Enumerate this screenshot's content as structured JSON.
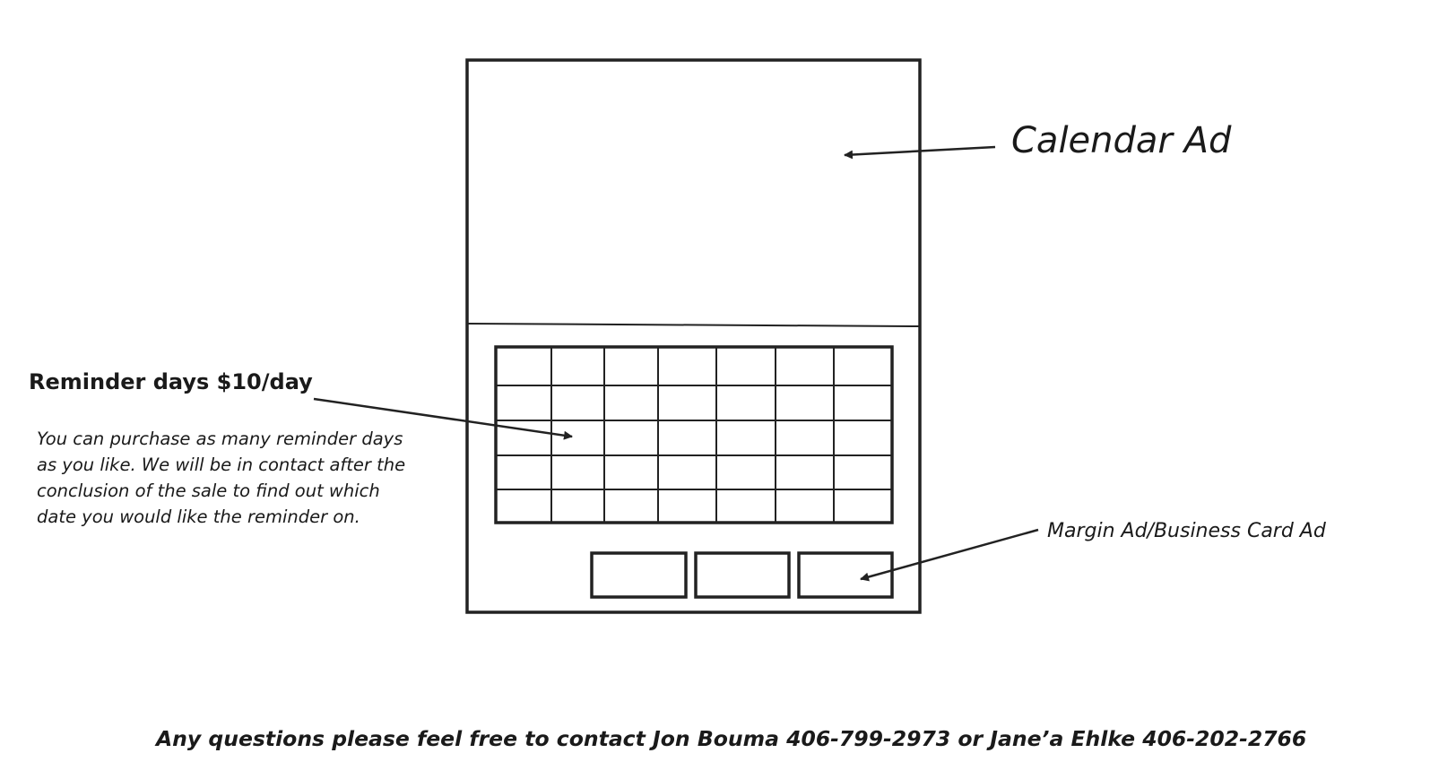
{
  "labels": {
    "calendar_ad": "Calendar Ad",
    "reminder_heading": "Reminder days $10/day",
    "reminder_description": "You can purchase as many reminder days as you like. We will be in contact after the conclusion of the sale to find out which date you would like the reminder on.",
    "margin_ad": "Margin Ad/Business Card Ad",
    "contact": "Any questions please feel free to contact Jon Bouma 406-799-2973 or Jane’a Ehlke 406-202-2766"
  },
  "calendar_grid": {
    "rows": 5,
    "columns": 7
  },
  "margin_ad_boxes": 3,
  "colors": {
    "line": "#222222",
    "text": "#1a1a1a",
    "background": "#ffffff"
  }
}
